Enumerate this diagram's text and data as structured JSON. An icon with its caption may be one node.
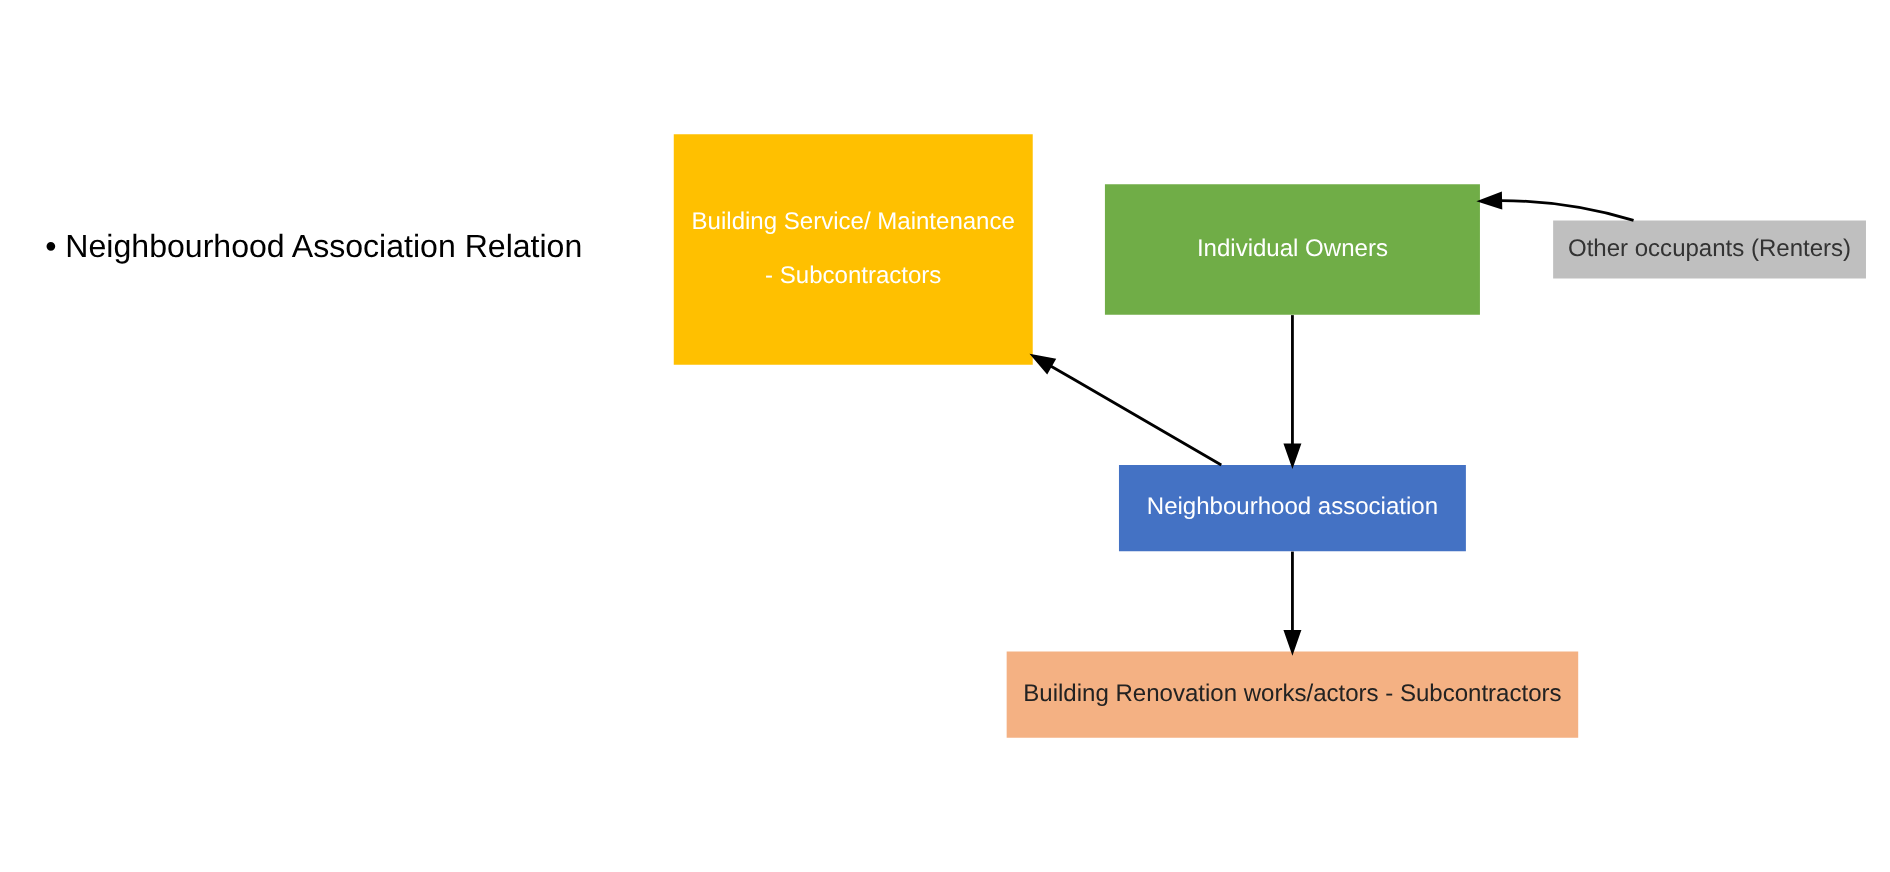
{
  "diagram": {
    "nodes": [
      {
        "text": [
          "Individual Owners"
        ]
      },
      {
        "text": [
          "Other occupants (Renters)"
        ]
      },
      {
        "text": [
          "Building Service/ Maintenance",
          "- Subcontractors"
        ]
      },
      {
        "text": [
          "Neighbourhood association"
        ]
      },
      {
        "text": [
          "Building Renovation works/actors - Subcontractors"
        ]
      }
    ],
    "edges": [
      {
        "from": 1,
        "to": 0,
        "arrow": "to"
      },
      {
        "from": 0,
        "to": 3,
        "arrow": "to"
      },
      {
        "from": 3,
        "to": 2,
        "arrow": "to"
      },
      {
        "from": 3,
        "to": 4,
        "arrow": "to"
      }
    ],
    "labels": [
      "• Neighbourhood Association Relation"
    ]
  }
}
